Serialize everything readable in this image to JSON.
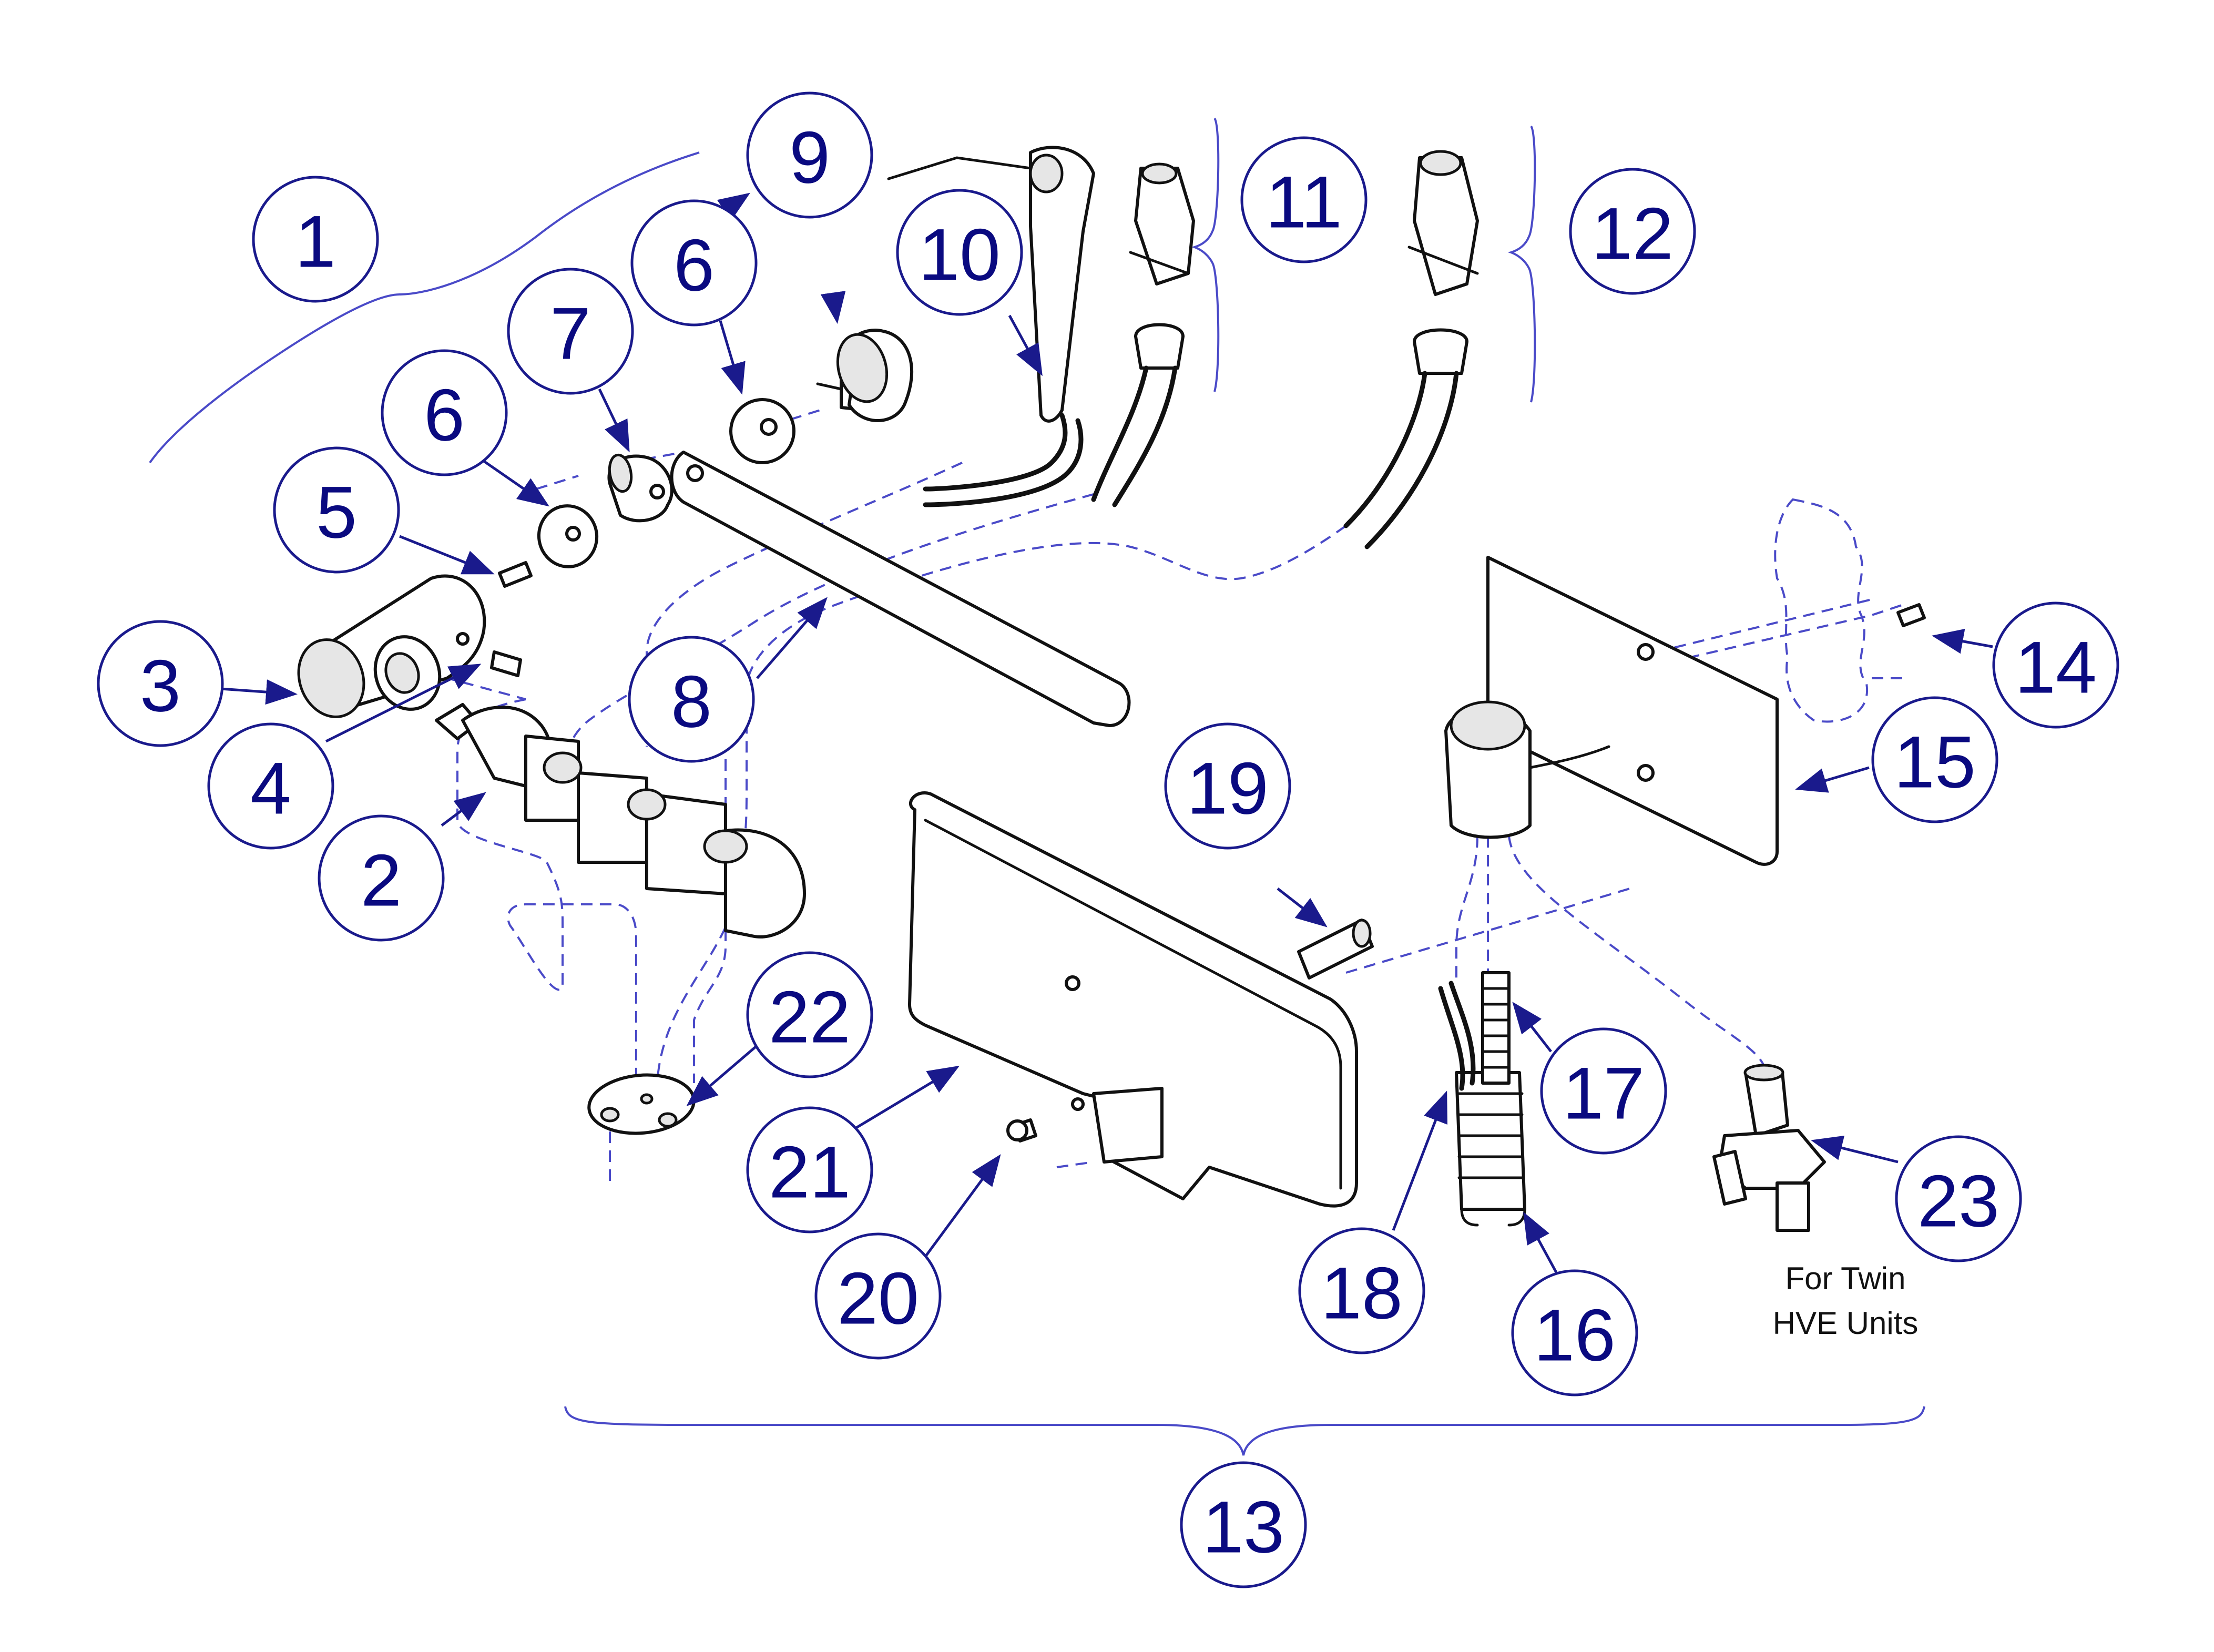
{
  "diagram": {
    "type": "exploded-parts-view",
    "accent_color": "#0a0a80",
    "guide_color": "#4a4ac8",
    "callouts": [
      {
        "id": "c1",
        "label": "1"
      },
      {
        "id": "c2",
        "label": "2"
      },
      {
        "id": "c3",
        "label": "3"
      },
      {
        "id": "c4",
        "label": "4"
      },
      {
        "id": "c5",
        "label": "5"
      },
      {
        "id": "c6a",
        "label": "6"
      },
      {
        "id": "c6b",
        "label": "6"
      },
      {
        "id": "c7",
        "label": "7"
      },
      {
        "id": "c8",
        "label": "8"
      },
      {
        "id": "c9",
        "label": "9"
      },
      {
        "id": "c10",
        "label": "10"
      },
      {
        "id": "c11",
        "label": "11"
      },
      {
        "id": "c12",
        "label": "12"
      },
      {
        "id": "c13",
        "label": "13"
      },
      {
        "id": "c14",
        "label": "14"
      },
      {
        "id": "c15",
        "label": "15"
      },
      {
        "id": "c16",
        "label": "16"
      },
      {
        "id": "c17",
        "label": "17"
      },
      {
        "id": "c18",
        "label": "18"
      },
      {
        "id": "c19",
        "label": "19"
      },
      {
        "id": "c20",
        "label": "20"
      },
      {
        "id": "c21",
        "label": "21"
      },
      {
        "id": "c22",
        "label": "22"
      },
      {
        "id": "c23",
        "label": "23"
      }
    ],
    "note_line1": "For Twin",
    "note_line2": "HVE Units"
  }
}
